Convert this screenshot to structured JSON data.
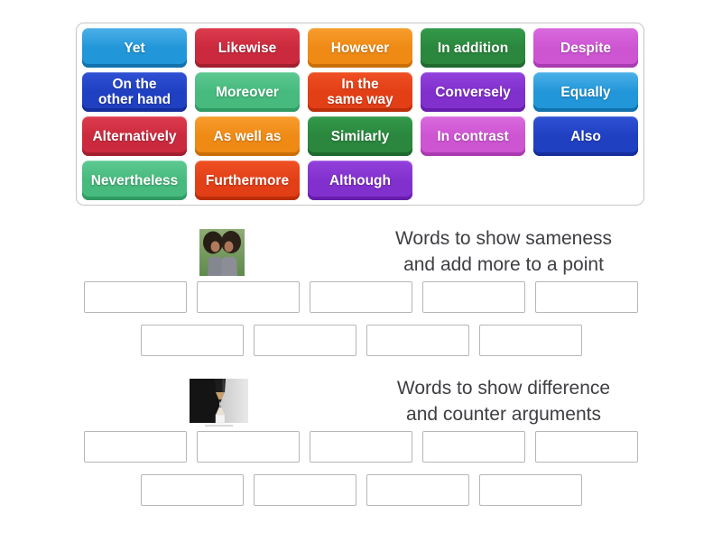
{
  "palette": {
    "lightblue": {
      "top": "#4cb0e8",
      "mid": "#2196d8",
      "edge": "#1272ae"
    },
    "crimson": {
      "top": "#dd3c4e",
      "mid": "#cb2a3e",
      "edge": "#a31f30"
    },
    "orange": {
      "top": "#f89d2e",
      "mid": "#ef8a15",
      "edge": "#ca6f07"
    },
    "green": {
      "top": "#339a4b",
      "mid": "#2a873d",
      "edge": "#1e6a2f"
    },
    "orchid": {
      "top": "#da69de",
      "mid": "#cd55d2",
      "edge": "#aa3bb1"
    },
    "royalblue": {
      "top": "#2f51d3",
      "mid": "#2040c2",
      "edge": "#152e9b"
    },
    "seagreen": {
      "top": "#5cc991",
      "mid": "#47ba7e",
      "edge": "#309b63"
    },
    "orangered": {
      "top": "#ee5023",
      "mid": "#e33f17",
      "edge": "#bb2f0a"
    },
    "purple": {
      "top": "#9241dc",
      "mid": "#8230cd",
      "edge": "#671eac"
    }
  },
  "pool": {
    "tiles": [
      {
        "label": "Yet",
        "color": "lightblue"
      },
      {
        "label": "Likewise",
        "color": "crimson"
      },
      {
        "label": "However",
        "color": "orange"
      },
      {
        "label": "In addition",
        "color": "green"
      },
      {
        "label": "Despite",
        "color": "orchid"
      },
      {
        "label": "On the\nother hand",
        "color": "royalblue"
      },
      {
        "label": "Moreover",
        "color": "seagreen"
      },
      {
        "label": "In the\nsame way",
        "color": "orangered"
      },
      {
        "label": "Conversely",
        "color": "purple"
      },
      {
        "label": "Equally",
        "color": "lightblue"
      },
      {
        "label": "Alternatively",
        "color": "crimson"
      },
      {
        "label": "As well as",
        "color": "orange"
      },
      {
        "label": "Similarly",
        "color": "green"
      },
      {
        "label": "In contrast",
        "color": "orchid"
      },
      {
        "label": "Also",
        "color": "royalblue"
      },
      {
        "label": "Nevertheless",
        "color": "seagreen"
      },
      {
        "label": "Furthermore",
        "color": "orangered"
      },
      {
        "label": "Although",
        "color": "purple"
      }
    ]
  },
  "groups": [
    {
      "title_lines": [
        "Words to show sameness",
        "and add more to a point"
      ],
      "image": "twins-photo",
      "slot_rows": [
        5,
        4
      ]
    },
    {
      "title_lines": [
        "Words to show difference",
        "and counter arguments"
      ],
      "image": "pencils-photo",
      "slot_rows": [
        5,
        4
      ]
    }
  ]
}
